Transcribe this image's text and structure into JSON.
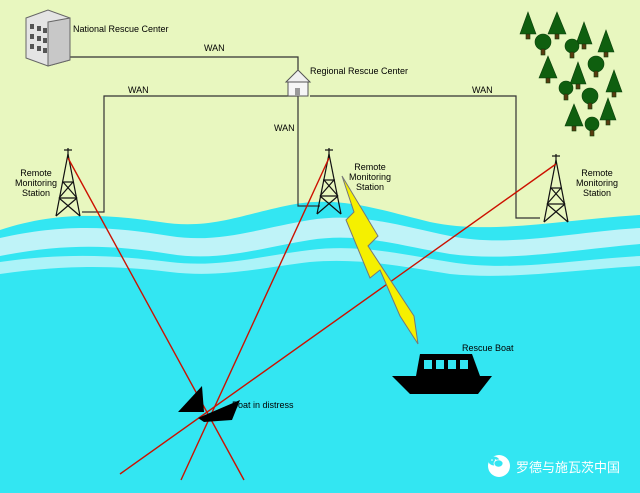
{
  "labels": {
    "national_center": "National Rescue Center",
    "regional_center": "Regional Rescue Center",
    "wan_top": "WAN",
    "wan_left": "WAN",
    "wan_right": "WAN",
    "wan_mid": "WAN",
    "station_left": "Remote\nMonitoring\nStation",
    "station_mid": "Remote\nMonitoring\nStation",
    "station_right": "Remote\nMonitoring\nStation",
    "rescue_boat": "Rescue Boat",
    "boat_distress": "Boat in distress"
  },
  "watermark": {
    "text": "罗德与施瓦茨中国"
  },
  "colors": {
    "land": "#e8f7bf",
    "sea": "#33e6f2",
    "wave": "#bff3f8",
    "bearing_line": "#cc1100",
    "lightning": "#f5f000"
  }
}
